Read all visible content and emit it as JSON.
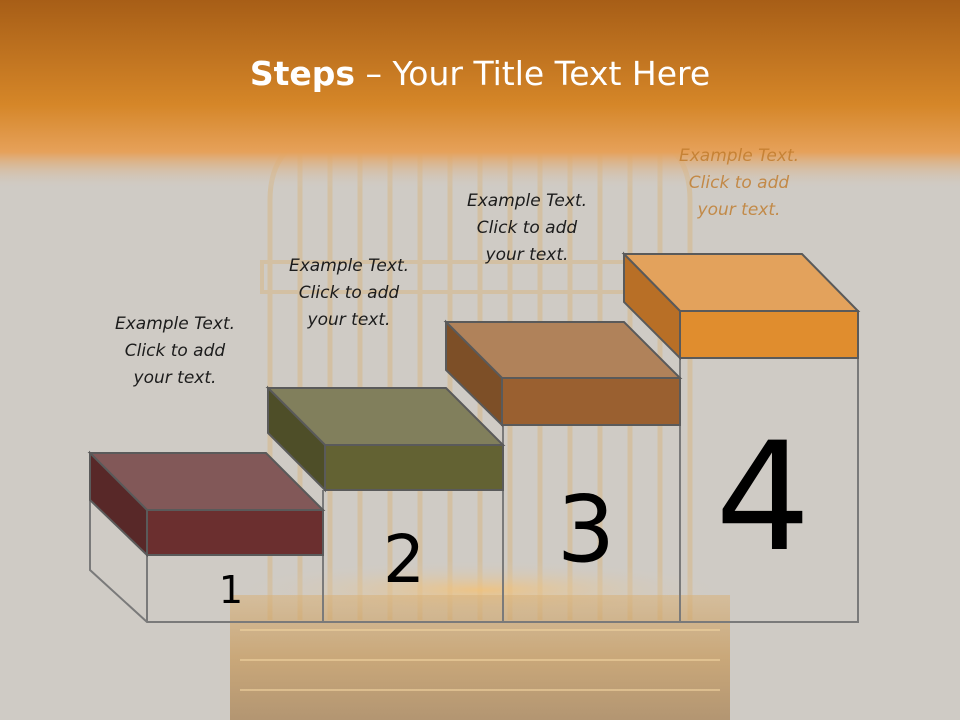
{
  "slide": {
    "title_bold": "Steps",
    "title_rest": " – Your Title Text Here",
    "colors": {
      "header": "#c97a22",
      "step1": "#6b2f2f",
      "step2": "#636233",
      "step3": "#9a6030",
      "step4": "#e08d2e"
    },
    "steps": [
      {
        "number": "1",
        "line1": "Example Text.",
        "line2": "Click  to add",
        "line3": "your text."
      },
      {
        "number": "2",
        "line1": "Example Text.",
        "line2": "Click  to add",
        "line3": "your text."
      },
      {
        "number": "3",
        "line1": "Example Text.",
        "line2": "Click  to add",
        "line3": "your text."
      },
      {
        "number": "4",
        "line1": "Example Text.",
        "line2": "Click  to add",
        "line3": "your text."
      }
    ]
  }
}
